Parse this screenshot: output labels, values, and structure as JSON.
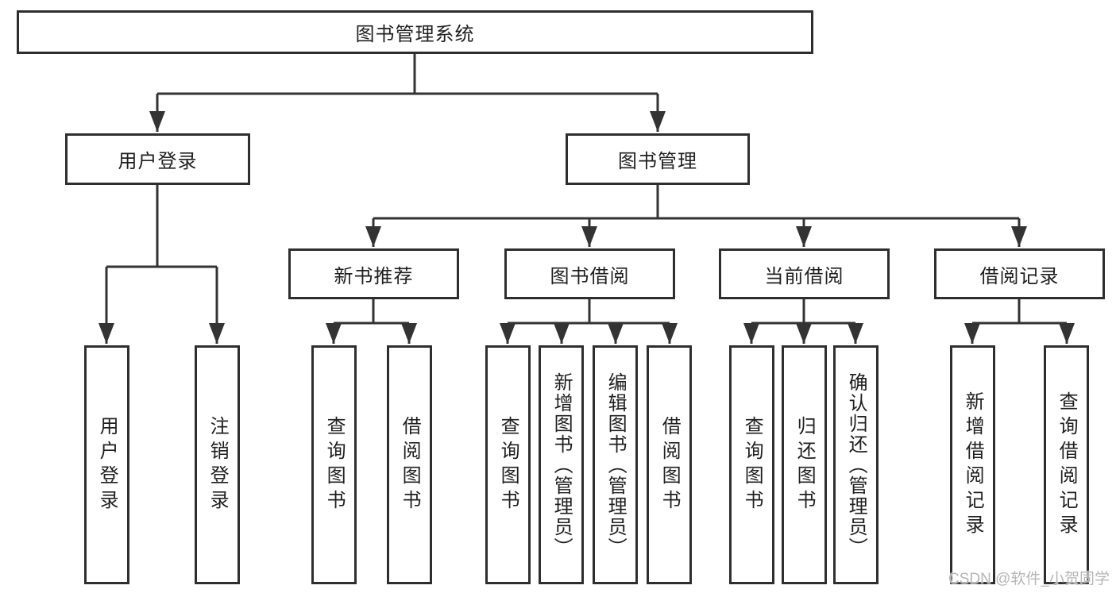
{
  "diagram": {
    "root": "图书管理系统",
    "level2": [
      "用户登录",
      "图书管理"
    ],
    "level3": [
      "新书推荐",
      "图书借阅",
      "当前借阅",
      "借阅记录"
    ],
    "leaves": {
      "login": [
        "用户登录",
        "注销登录"
      ],
      "recommend": [
        "查询图书",
        "借阅图书"
      ],
      "borrow": [
        "查询图书",
        "新增图书（管理员）",
        "编辑图书（管理员）",
        "借阅图书"
      ],
      "current": [
        "查询图书",
        "归还图书",
        "确认归还（管理员）"
      ],
      "records": [
        "新增借阅记录",
        "查询借阅记录"
      ]
    },
    "watermark": "CSDN @软件_小贺同学",
    "colors": {
      "line": "#333333",
      "border": "#2e2e2e",
      "text": "#1f1f1f",
      "watermark": "#b5b5b5",
      "background": "#ffffff"
    }
  }
}
